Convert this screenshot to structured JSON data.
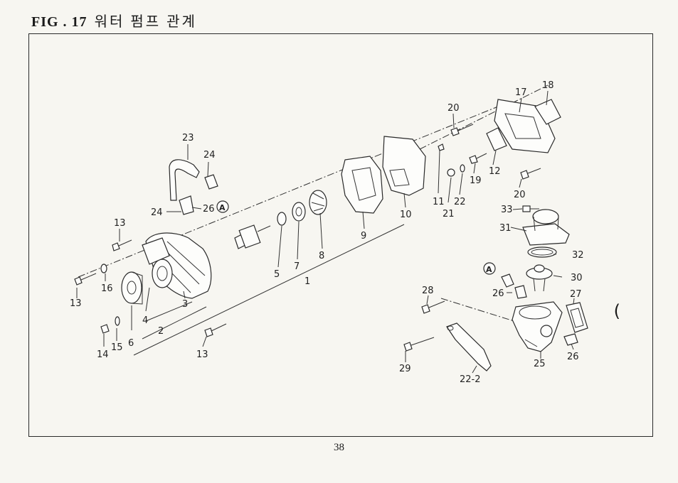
{
  "figure": {
    "number": "FIG . 17",
    "title": "워터 펌프 관계"
  },
  "page_number": "38",
  "callout_letter": "A",
  "edge_mark": "(",
  "labels": {
    "p1": "1",
    "p2": "2",
    "p3": "3",
    "p4": "4",
    "p5": "5",
    "p6": "6",
    "p7": "7",
    "p8": "8",
    "p9": "9",
    "p10": "10",
    "p11": "11",
    "p12": "12",
    "p13a": "13",
    "p13b": "13",
    "p13c": "13",
    "p14": "14",
    "p15": "15",
    "p16": "16",
    "p17": "17",
    "p18": "18",
    "p19": "19",
    "p20a": "20",
    "p20b": "20",
    "p21": "21",
    "p22": "22",
    "p22_2": "22-2",
    "p23": "23",
    "p24a": "24",
    "p24b": "24",
    "p25": "25",
    "p26a": "26",
    "p26b": "26",
    "p26c": "26",
    "p27": "27",
    "p28": "28",
    "p29": "29",
    "p30": "30",
    "p31": "31",
    "p32": "32",
    "p33": "33"
  }
}
